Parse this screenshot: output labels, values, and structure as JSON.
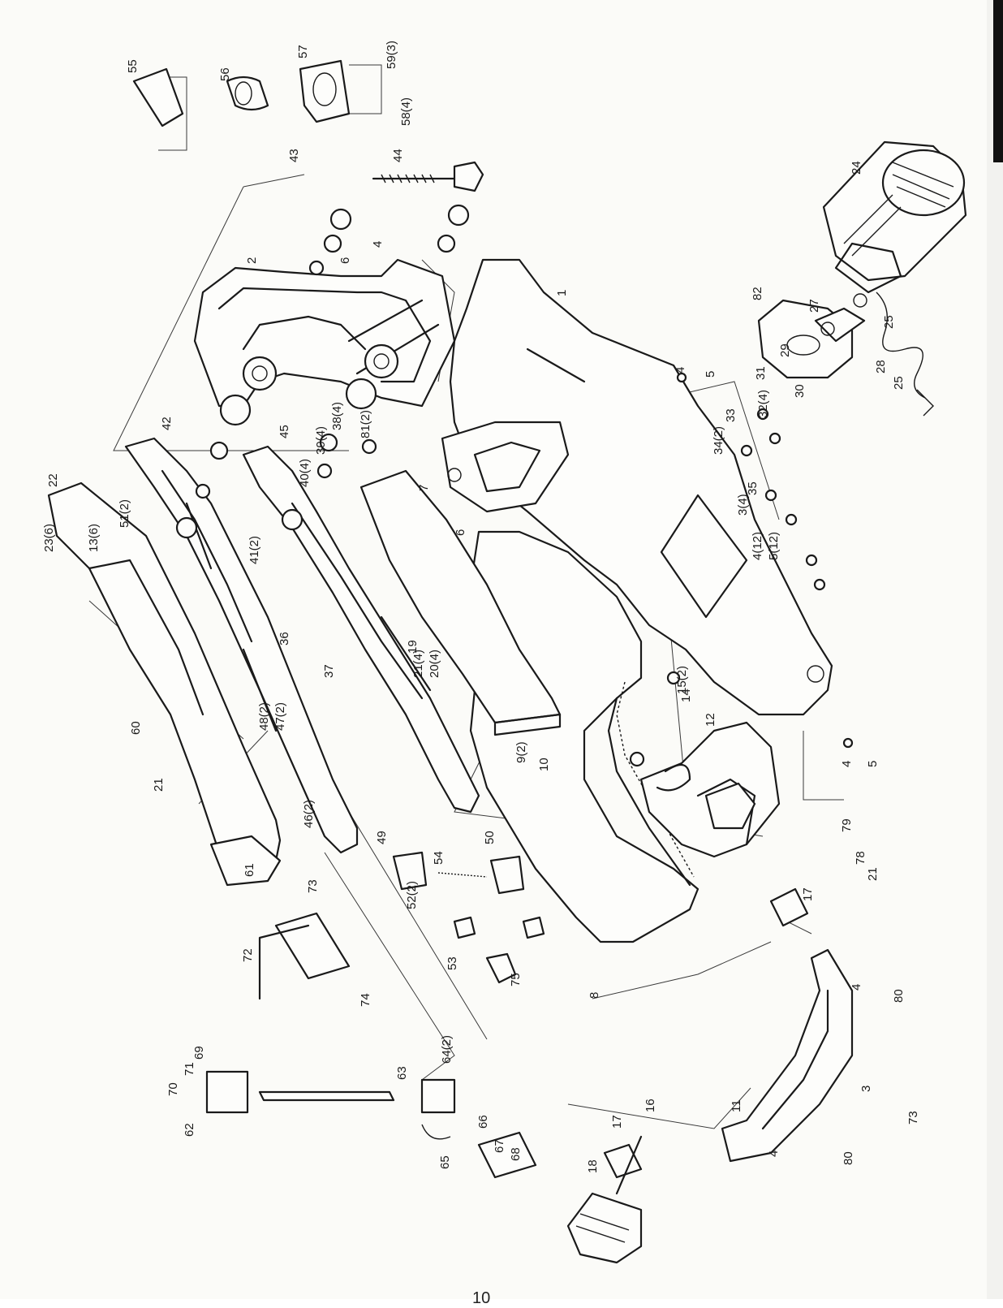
{
  "page_number": "10",
  "labels": [
    {
      "id": "p1",
      "text": "1"
    },
    {
      "id": "p2",
      "text": "2"
    },
    {
      "id": "p3a",
      "text": "3"
    },
    {
      "id": "p3b",
      "text": "3(4)"
    },
    {
      "id": "p4a",
      "text": "4"
    },
    {
      "id": "p4b",
      "text": "4"
    },
    {
      "id": "p4c",
      "text": "4"
    },
    {
      "id": "p4d",
      "text": "4"
    },
    {
      "id": "p4e",
      "text": "4"
    },
    {
      "id": "p4f",
      "text": "4(12)"
    },
    {
      "id": "p5a",
      "text": "5"
    },
    {
      "id": "p5b",
      "text": "5"
    },
    {
      "id": "p5c",
      "text": "5(12)"
    },
    {
      "id": "p6a",
      "text": "6"
    },
    {
      "id": "p6b",
      "text": "6"
    },
    {
      "id": "p7",
      "text": "7"
    },
    {
      "id": "p8",
      "text": "8"
    },
    {
      "id": "p9",
      "text": "9(2)"
    },
    {
      "id": "p10",
      "text": "10"
    },
    {
      "id": "p11",
      "text": "11"
    },
    {
      "id": "p12",
      "text": "12"
    },
    {
      "id": "p13",
      "text": "13(6)"
    },
    {
      "id": "p14",
      "text": "14"
    },
    {
      "id": "p15",
      "text": "15(2)"
    },
    {
      "id": "p16",
      "text": "16"
    },
    {
      "id": "p17a",
      "text": "17"
    },
    {
      "id": "p17b",
      "text": "17"
    },
    {
      "id": "p18",
      "text": "18"
    },
    {
      "id": "p19",
      "text": "19"
    },
    {
      "id": "p20",
      "text": "20(4)"
    },
    {
      "id": "p21a",
      "text": "21"
    },
    {
      "id": "p21b",
      "text": "21"
    },
    {
      "id": "p21c",
      "text": "21(4)"
    },
    {
      "id": "p22",
      "text": "22"
    },
    {
      "id": "p23",
      "text": "23(6)"
    },
    {
      "id": "p24",
      "text": "24"
    },
    {
      "id": "p25a",
      "text": "25"
    },
    {
      "id": "p25b",
      "text": "25"
    },
    {
      "id": "p27",
      "text": "27"
    },
    {
      "id": "p28",
      "text": "28"
    },
    {
      "id": "p29",
      "text": "29"
    },
    {
      "id": "p30",
      "text": "30"
    },
    {
      "id": "p31",
      "text": "31"
    },
    {
      "id": "p32",
      "text": "32(4)"
    },
    {
      "id": "p33",
      "text": "33"
    },
    {
      "id": "p34",
      "text": "34(2)"
    },
    {
      "id": "p35",
      "text": "35"
    },
    {
      "id": "p36",
      "text": "36"
    },
    {
      "id": "p37",
      "text": "37"
    },
    {
      "id": "p38",
      "text": "38(4)"
    },
    {
      "id": "p39",
      "text": "39(4)"
    },
    {
      "id": "p40",
      "text": "40(4)"
    },
    {
      "id": "p41",
      "text": "41(2)"
    },
    {
      "id": "p42",
      "text": "42"
    },
    {
      "id": "p43",
      "text": "43"
    },
    {
      "id": "p44",
      "text": "44"
    },
    {
      "id": "p45",
      "text": "45"
    },
    {
      "id": "p46",
      "text": "46(2)"
    },
    {
      "id": "p47",
      "text": "47(2)"
    },
    {
      "id": "p48",
      "text": "48(2)"
    },
    {
      "id": "p49",
      "text": "49"
    },
    {
      "id": "p50",
      "text": "50"
    },
    {
      "id": "p51",
      "text": "51(2)"
    },
    {
      "id": "p52",
      "text": "52(2)"
    },
    {
      "id": "p53",
      "text": "53"
    },
    {
      "id": "p54",
      "text": "54"
    },
    {
      "id": "p55",
      "text": "55"
    },
    {
      "id": "p56",
      "text": "56"
    },
    {
      "id": "p57",
      "text": "57"
    },
    {
      "id": "p58",
      "text": "58(4)"
    },
    {
      "id": "p59",
      "text": "59(3)"
    },
    {
      "id": "p60",
      "text": "60"
    },
    {
      "id": "p61",
      "text": "61"
    },
    {
      "id": "p62",
      "text": "62"
    },
    {
      "id": "p63",
      "text": "63"
    },
    {
      "id": "p64",
      "text": "64(2)"
    },
    {
      "id": "p65",
      "text": "65"
    },
    {
      "id": "p66",
      "text": "66"
    },
    {
      "id": "p67",
      "text": "67"
    },
    {
      "id": "p68",
      "text": "68"
    },
    {
      "id": "p69",
      "text": "69"
    },
    {
      "id": "p70",
      "text": "70"
    },
    {
      "id": "p71",
      "text": "71"
    },
    {
      "id": "p72",
      "text": "72"
    },
    {
      "id": "p73a",
      "text": "73"
    },
    {
      "id": "p73b",
      "text": "73"
    },
    {
      "id": "p74",
      "text": "74"
    },
    {
      "id": "p75",
      "text": "75"
    },
    {
      "id": "p78",
      "text": "78"
    },
    {
      "id": "p79",
      "text": "79"
    },
    {
      "id": "p80a",
      "text": "80"
    },
    {
      "id": "p80b",
      "text": "80"
    },
    {
      "id": "p81",
      "text": "81(2)"
    },
    {
      "id": "p82",
      "text": "82"
    }
  ]
}
